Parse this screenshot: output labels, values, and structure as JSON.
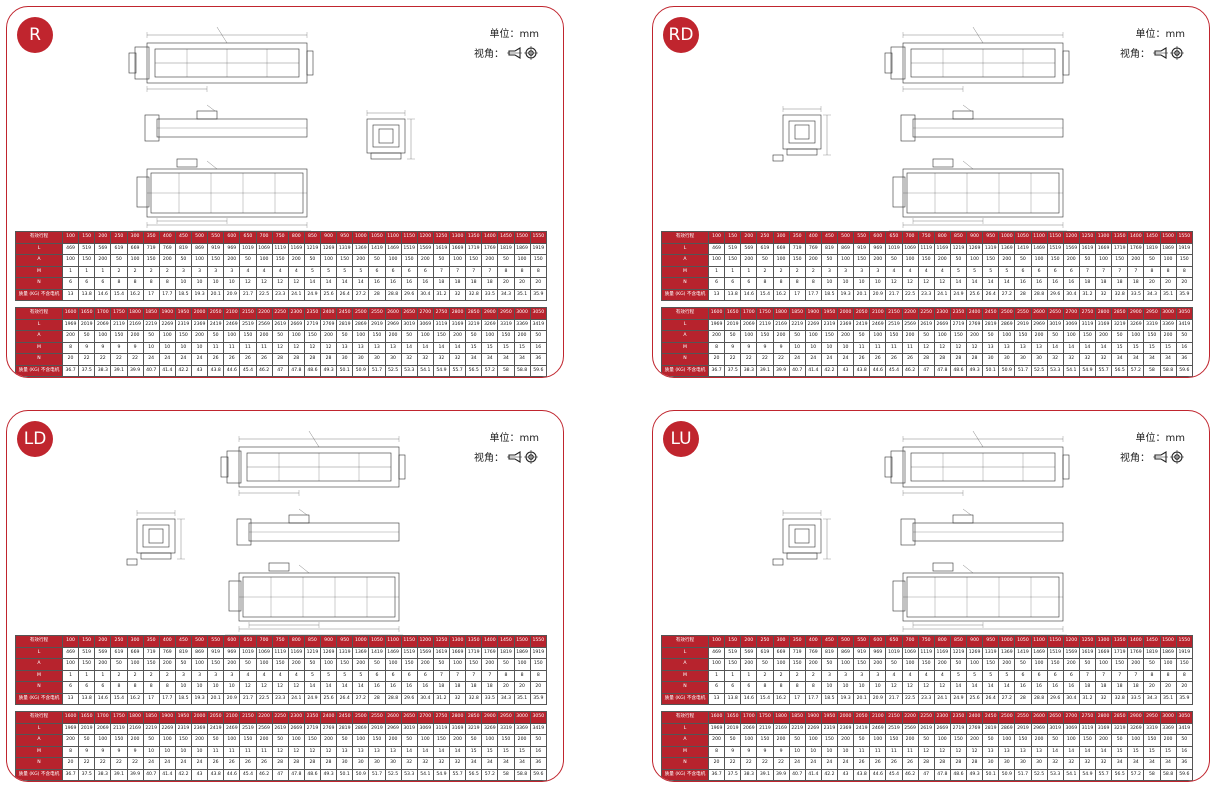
{
  "unit_label": "单位：mm",
  "view_label": "视角：",
  "panels": [
    {
      "label": "R"
    },
    {
      "label": "RD"
    },
    {
      "label": "LD"
    },
    {
      "label": "LU"
    }
  ],
  "table1": {
    "rows": [
      [
        "有效行程",
        "100",
        "150",
        "200",
        "250",
        "300",
        "350",
        "400",
        "450",
        "500",
        "550",
        "600",
        "650",
        "700",
        "750",
        "800",
        "850",
        "900",
        "950",
        "1000",
        "1050",
        "1100",
        "1150",
        "1200",
        "1250",
        "1300",
        "1350",
        "1400",
        "1450",
        "1500",
        "1550"
      ],
      [
        "L",
        "469",
        "519",
        "569",
        "619",
        "669",
        "719",
        "769",
        "819",
        "869",
        "919",
        "969",
        "1019",
        "1069",
        "1119",
        "1169",
        "1219",
        "1269",
        "1319",
        "1369",
        "1419",
        "1469",
        "1519",
        "1569",
        "1619",
        "1669",
        "1719",
        "1769",
        "1819",
        "1869",
        "1919"
      ],
      [
        "A",
        "100",
        "150",
        "200",
        "50",
        "100",
        "150",
        "200",
        "50",
        "100",
        "150",
        "200",
        "50",
        "100",
        "150",
        "200",
        "50",
        "100",
        "150",
        "200",
        "50",
        "100",
        "150",
        "200",
        "50",
        "100",
        "150",
        "200",
        "50",
        "100",
        "150"
      ],
      [
        "M",
        "1",
        "1",
        "1",
        "2",
        "2",
        "2",
        "2",
        "3",
        "3",
        "3",
        "3",
        "4",
        "4",
        "4",
        "4",
        "5",
        "5",
        "5",
        "5",
        "6",
        "6",
        "6",
        "6",
        "7",
        "7",
        "7",
        "7",
        "8",
        "8",
        "8"
      ],
      [
        "N",
        "6",
        "6",
        "6",
        "8",
        "8",
        "8",
        "8",
        "10",
        "10",
        "10",
        "10",
        "12",
        "12",
        "12",
        "12",
        "14",
        "14",
        "14",
        "14",
        "16",
        "16",
        "16",
        "16",
        "18",
        "18",
        "18",
        "18",
        "20",
        "20",
        "20"
      ],
      [
        "质量 (KG) 不含电机",
        "13",
        "13.8",
        "14.6",
        "15.4",
        "16.2",
        "17",
        "17.7",
        "18.5",
        "19.3",
        "20.1",
        "20.9",
        "21.7",
        "22.5",
        "23.3",
        "24.1",
        "24.9",
        "25.6",
        "26.4",
        "27.2",
        "28",
        "28.8",
        "29.6",
        "30.4",
        "31.2",
        "32",
        "32.8",
        "33.5",
        "34.3",
        "35.1",
        "35.9"
      ]
    ]
  },
  "table2": {
    "rows": [
      [
        "有效行程",
        "1600",
        "1650",
        "1700",
        "1750",
        "1800",
        "1850",
        "1900",
        "1950",
        "2000",
        "2050",
        "2100",
        "2150",
        "2200",
        "2250",
        "2300",
        "2350",
        "2400",
        "2450",
        "2500",
        "2550",
        "2600",
        "2650",
        "2700",
        "2750",
        "2800",
        "2850",
        "2900",
        "2950",
        "3000",
        "3050"
      ],
      [
        "L",
        "1969",
        "2019",
        "2069",
        "2119",
        "2169",
        "2219",
        "2269",
        "2319",
        "2369",
        "2419",
        "2469",
        "2519",
        "2569",
        "2619",
        "2669",
        "2719",
        "2769",
        "2819",
        "2869",
        "2919",
        "2969",
        "3019",
        "3069",
        "3119",
        "3169",
        "3219",
        "3269",
        "3319",
        "3369",
        "3419"
      ],
      [
        "A",
        "200",
        "50",
        "100",
        "150",
        "200",
        "50",
        "100",
        "150",
        "200",
        "50",
        "100",
        "150",
        "200",
        "50",
        "100",
        "150",
        "200",
        "50",
        "100",
        "150",
        "200",
        "50",
        "100",
        "150",
        "200",
        "50",
        "100",
        "150",
        "200",
        "50"
      ],
      [
        "M",
        "8",
        "9",
        "9",
        "9",
        "9",
        "10",
        "10",
        "10",
        "10",
        "11",
        "11",
        "11",
        "11",
        "12",
        "12",
        "12",
        "12",
        "13",
        "13",
        "13",
        "13",
        "14",
        "14",
        "14",
        "14",
        "15",
        "15",
        "15",
        "15",
        "16"
      ],
      [
        "N",
        "20",
        "22",
        "22",
        "22",
        "22",
        "24",
        "24",
        "24",
        "24",
        "26",
        "26",
        "26",
        "26",
        "28",
        "28",
        "28",
        "28",
        "30",
        "30",
        "30",
        "30",
        "32",
        "32",
        "32",
        "32",
        "34",
        "34",
        "34",
        "34",
        "36"
      ],
      [
        "质量 (KG) 不含电机",
        "36.7",
        "37.5",
        "38.3",
        "39.1",
        "39.9",
        "40.7",
        "41.4",
        "42.2",
        "43",
        "43.8",
        "44.6",
        "45.4",
        "46.2",
        "47",
        "47.8",
        "48.6",
        "49.3",
        "50.1",
        "50.9",
        "51.7",
        "52.5",
        "53.3",
        "54.1",
        "54.9",
        "55.7",
        "56.5",
        "57.2",
        "58",
        "58.8",
        "59.6"
      ]
    ]
  }
}
